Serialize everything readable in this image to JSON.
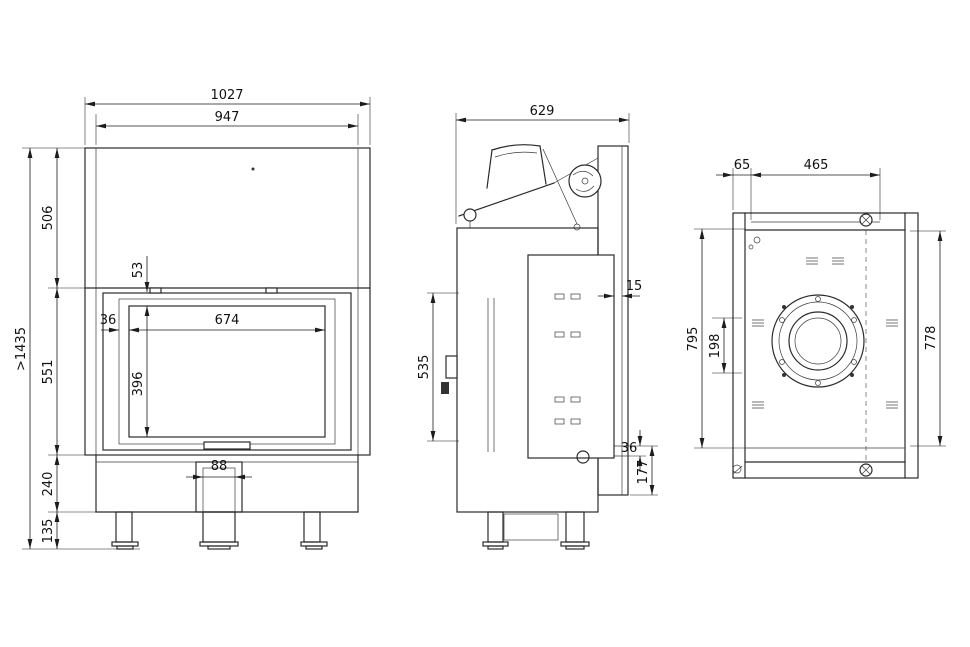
{
  "drawing": {
    "front": {
      "overall_width": "1027",
      "inner_width": "947",
      "hood_height": "506",
      "firebox_height": "551",
      "base_height": "240",
      "leg_height": "135",
      "total_height": ">1435",
      "glass_top_offset": "53",
      "glass_side_offset": "36",
      "glass_width": "674",
      "glass_height": "396",
      "drawer_width": "88"
    },
    "side": {
      "depth": "629",
      "baffle_gap": "15",
      "door_height": "535",
      "rear_gap": "36",
      "base_depth": "177"
    },
    "rear": {
      "flue_edge_offset": "65",
      "outlet_width": "465",
      "left_height": "795",
      "flue_center_offset": "198",
      "right_height": "778"
    },
    "line_color": "#2b2b2b"
  }
}
